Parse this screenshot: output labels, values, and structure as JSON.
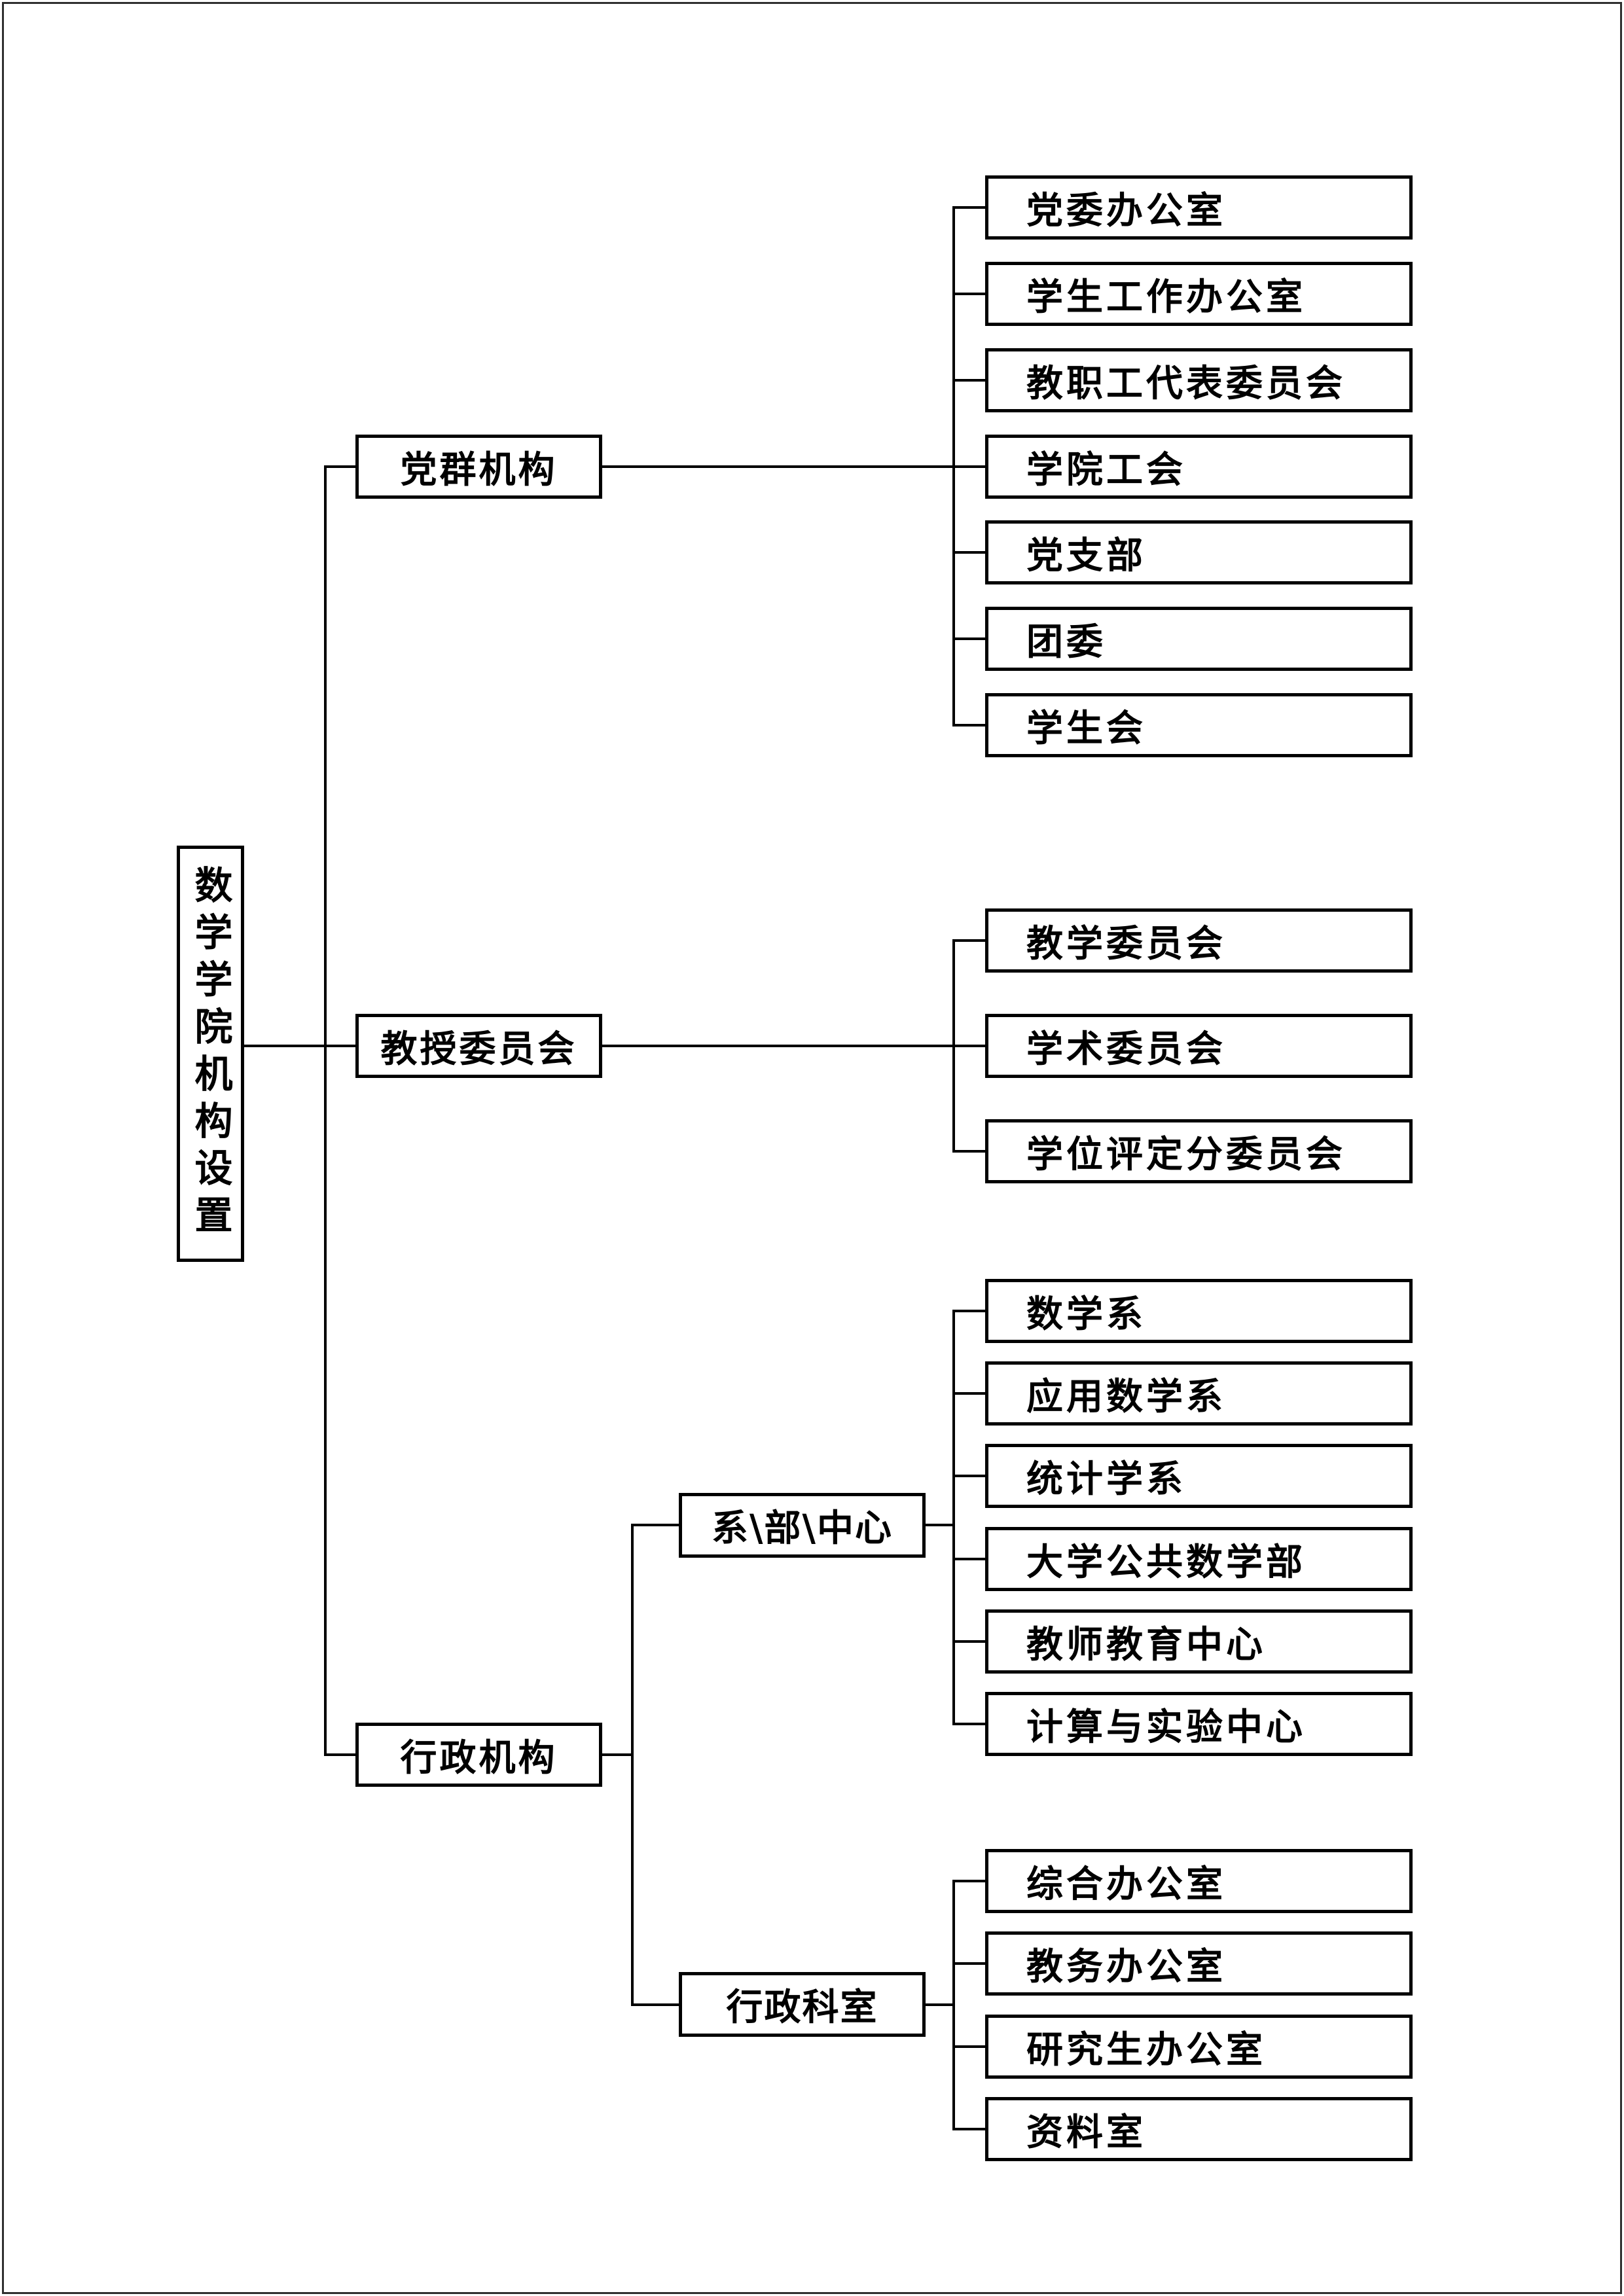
{
  "page_title": "数学学院机构设置",
  "colors": {
    "background": "#ffffff",
    "box_border": "#000000",
    "line": "#000000",
    "text": "#000000",
    "page_frame": "#2f2f2f"
  },
  "tree": {
    "root": {
      "label": "数学学院机构设置"
    },
    "branches": [
      {
        "label": "党群机构",
        "children": [
          "党委办公室",
          "学生工作办公室",
          "教职工代表委员会",
          "学院工会",
          "党支部",
          "团委",
          "学生会"
        ]
      },
      {
        "label": "教授委员会",
        "children": [
          "教学委员会",
          "学术委员会",
          "学位评定分委员会"
        ]
      },
      {
        "label": "行政机构",
        "groups": [
          {
            "label": "系\\部\\中心",
            "children": [
              "数学系",
              "应用数学系",
              "统计学系",
              "大学公共数学部",
              "教师教育中心",
              "计算与实验中心"
            ]
          },
          {
            "label": "行政科室",
            "children": [
              "综合办公室",
              "教务办公室",
              "研究生办公室",
              "资料室"
            ]
          }
        ]
      }
    ]
  }
}
